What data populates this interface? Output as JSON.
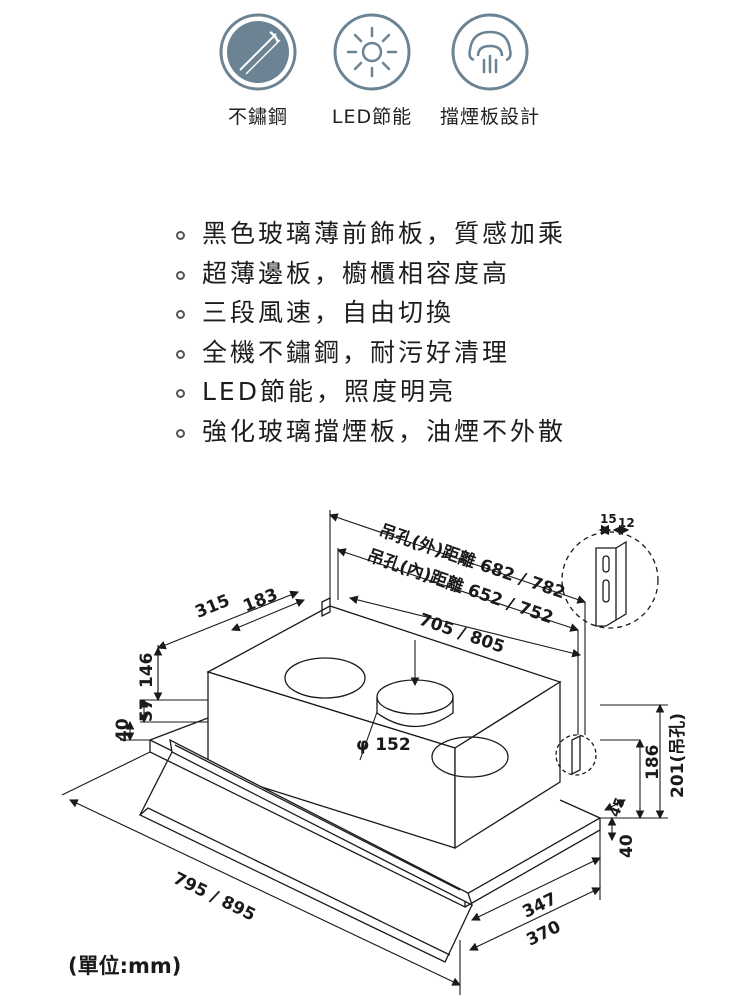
{
  "features": [
    {
      "icon": "stainless-steel-icon",
      "label": "不鏽鋼"
    },
    {
      "icon": "led-icon",
      "label": "LED節能"
    },
    {
      "icon": "baffle-plate-icon",
      "label": "擋煙板設計"
    }
  ],
  "highlights": [
    "黑色玻璃薄前飾板，質感加乘",
    "超薄邊板，櫥櫃相容度高",
    "三段風速，自由切換",
    "全機不鏽鋼，耐污好清理",
    "LED節能，照度明亮",
    "強化玻璃擋煙板，油煙不外散"
  ],
  "diagram": {
    "outer_hole_distance": "吊孔(外)距離 682 / 782",
    "inner_hole_distance": "吊孔(內)距離 652 / 752",
    "body_width": "705 / 805",
    "depth_315": "315",
    "depth_183": "183",
    "height_146": "146",
    "height_57": "57",
    "height_40_left": "40",
    "duct_diameter": "φ 152",
    "hole_15": "15",
    "hole_12": "12",
    "height_186": "186",
    "height_201": "201(吊孔)",
    "dim_45": "45",
    "height_40_right": "40",
    "total_width": "795 / 895",
    "depth_347": "347",
    "depth_370": "370",
    "unit_note": "(單位:mm)"
  },
  "colors": {
    "icon_fill": "#6b8392",
    "icon_ring": "#6b8392",
    "line": "#1a1a1a"
  }
}
